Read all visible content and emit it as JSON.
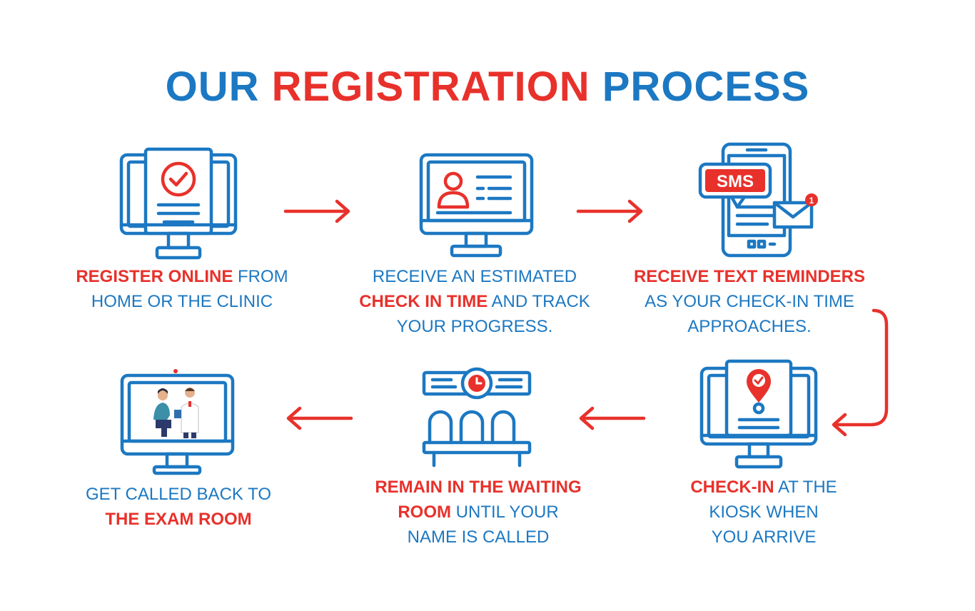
{
  "title": {
    "part1": "OUR",
    "part2": "REGISTRATION",
    "part3": "PROCESS"
  },
  "colors": {
    "blue": "#1c78c2",
    "red": "#e8312b"
  },
  "steps": [
    {
      "icon": "online-form-monitor-icon",
      "lines": [
        [
          "REGISTER ONLINE",
          " FROM"
        ],
        [
          "HOME OR THE CLINIC"
        ]
      ]
    },
    {
      "icon": "profile-monitor-icon",
      "lines": [
        [
          "RECEIVE AN ESTIMATED"
        ],
        [
          "CHECK IN TIME",
          " AND TRACK"
        ],
        [
          "YOUR PROGRESS."
        ]
      ]
    },
    {
      "icon": "sms-phone-icon",
      "lines": [
        [
          "RECEIVE TEXT REMINDERS"
        ],
        [
          "AS YOUR CHECK-IN TIME"
        ],
        [
          "APPROACHES."
        ]
      ]
    },
    {
      "icon": "kiosk-location-monitor-icon",
      "lines": [
        [
          "CHECK-IN",
          " AT THE"
        ],
        [
          "KIOSK WHEN"
        ],
        [
          "YOU ARRIVE"
        ]
      ]
    },
    {
      "icon": "waiting-room-chairs-icon",
      "lines": [
        [
          "REMAIN IN THE WAITING"
        ],
        [
          "ROOM",
          " UNTIL YOUR"
        ],
        [
          "NAME IS CALLED"
        ]
      ]
    },
    {
      "icon": "exam-room-monitor-icon",
      "lines": [
        [
          "GET CALLED BACK TO"
        ],
        [
          "THE EXAM ROOM"
        ]
      ]
    }
  ],
  "sms_label": "SMS",
  "notification_count": "1"
}
